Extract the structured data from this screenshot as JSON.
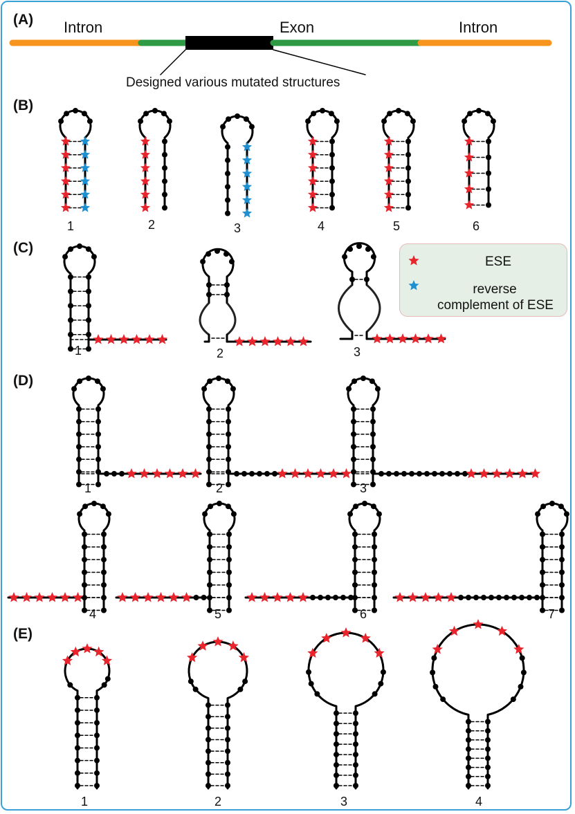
{
  "panel_labels": {
    "a": "(A)",
    "b": "(B)",
    "c": "(C)",
    "d": "(D)",
    "e": "(E)"
  },
  "gene": {
    "intron_left": "Intron",
    "exon": "Exon",
    "intron_right": "Intron",
    "caption": "Designed various mutated structures"
  },
  "legend": {
    "ese": "ESE",
    "reverse": "reverse",
    "complement": "complement of ESE"
  },
  "numbers": {
    "b": [
      "1",
      "2",
      "3",
      "4",
      "5",
      "6"
    ],
    "c": [
      "1",
      "2",
      "3"
    ],
    "d": [
      "1",
      "2",
      "3",
      "4",
      "5",
      "6",
      "7"
    ],
    "e": [
      "1",
      "2",
      "3",
      "4"
    ]
  },
  "colors": {
    "frame": "#3aa0d8",
    "intron": "#f7941d",
    "exon": "#2e9a44",
    "mutated_region": "#000000",
    "ese_star": "#e8242c",
    "reverse_complement_star": "#1e8fd0",
    "legend_bg": "#e5efe6",
    "legend_border": "#e6b9b9"
  }
}
